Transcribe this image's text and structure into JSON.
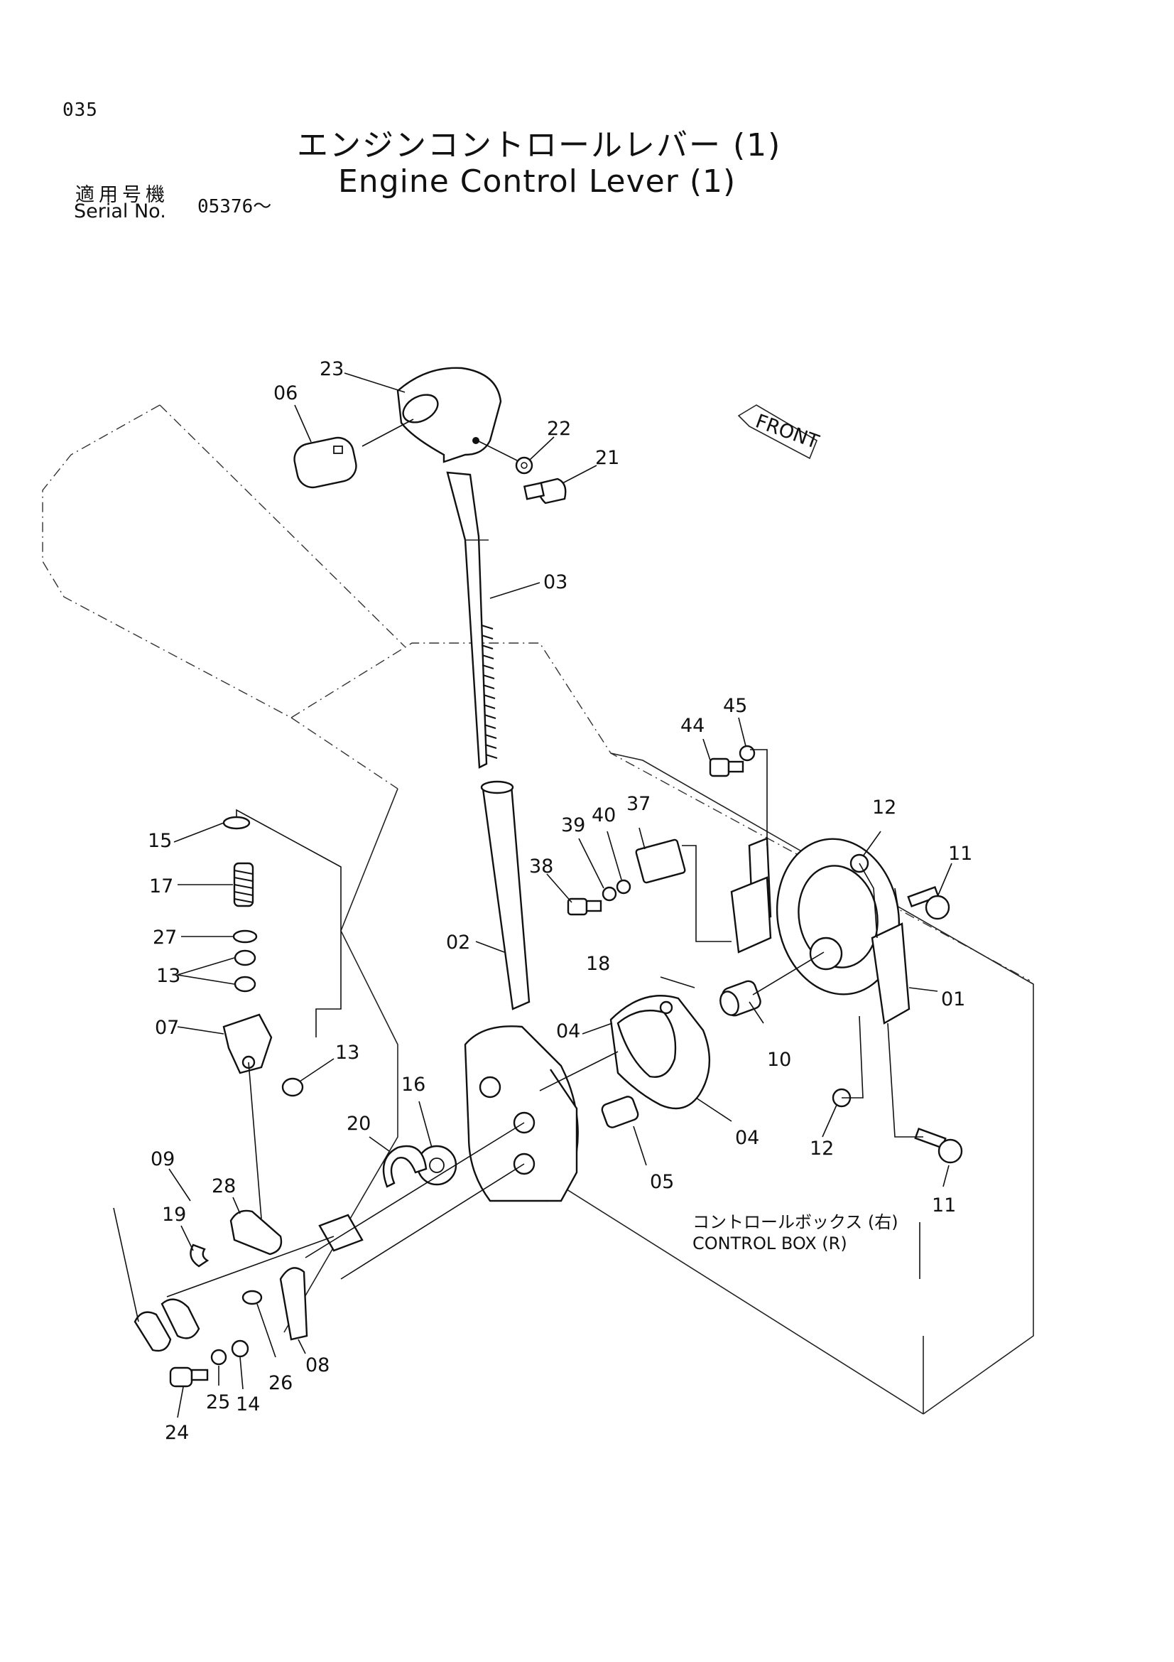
{
  "header": {
    "page_number": "035",
    "title_jp": "エンジンコントロールレバー (1)",
    "title_en": "Engine Control Lever (1)",
    "serial_label_jp": "適用号機",
    "serial_label_en": "Serial No.",
    "serial_value": "05376～"
  },
  "diagram": {
    "front_marker": "FRONT",
    "box_label_jp": "コントロールボックス (右)",
    "box_label_en": "CONTROL BOX (R)",
    "callouts": {
      "c23": "23",
      "c06": "06",
      "c22": "22",
      "c21": "21",
      "c03": "03",
      "c45": "45",
      "c44": "44",
      "c37": "37",
      "c39": "39",
      "c40": "40",
      "c38": "38",
      "c12a": "12",
      "c11a": "11",
      "c15": "15",
      "c17": "17",
      "c27": "27",
      "c13a": "13",
      "c02": "02",
      "c18": "18",
      "c01": "01",
      "c07": "07",
      "c04a": "04",
      "c10": "10",
      "c13b": "13",
      "c16": "16",
      "c20": "20",
      "c12b": "12",
      "c04b": "04",
      "c05": "05",
      "c11b": "11",
      "c09": "09",
      "c28": "28",
      "c19": "19",
      "c08": "08",
      "c26": "26",
      "c25": "25",
      "c14": "14",
      "c24": "24"
    }
  }
}
